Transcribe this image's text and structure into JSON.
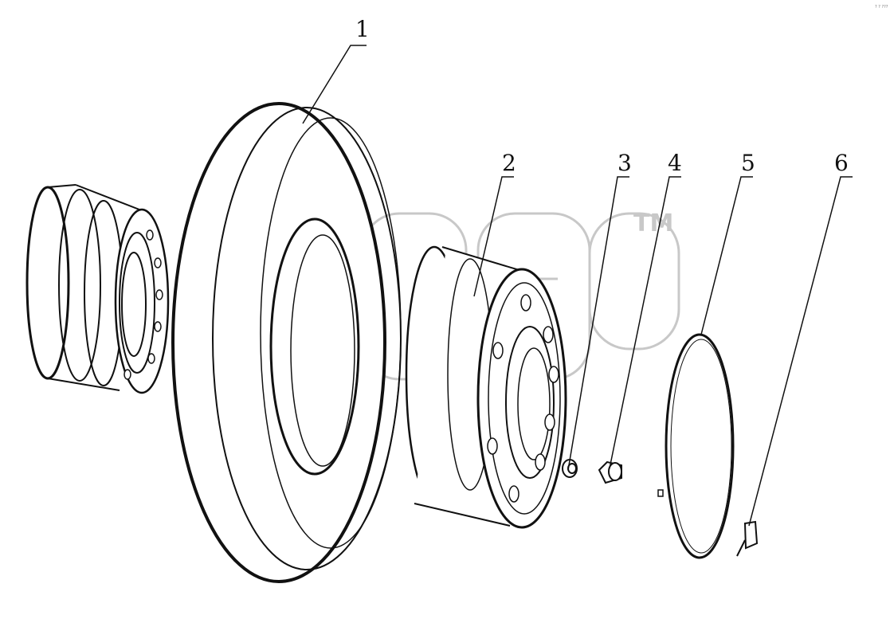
{
  "diagram": {
    "callouts": [
      {
        "id": "1",
        "label": "1"
      },
      {
        "id": "2",
        "label": "2"
      },
      {
        "id": "3",
        "label": "3"
      },
      {
        "id": "4",
        "label": "4"
      },
      {
        "id": "5",
        "label": "5"
      },
      {
        "id": "6",
        "label": "6"
      }
    ],
    "watermark": {
      "trademark": "TM"
    },
    "corner_mark": "? ? ???"
  },
  "colors": {
    "line": "#111111",
    "watermark": "#c8c8c8",
    "background": "#ffffff"
  }
}
